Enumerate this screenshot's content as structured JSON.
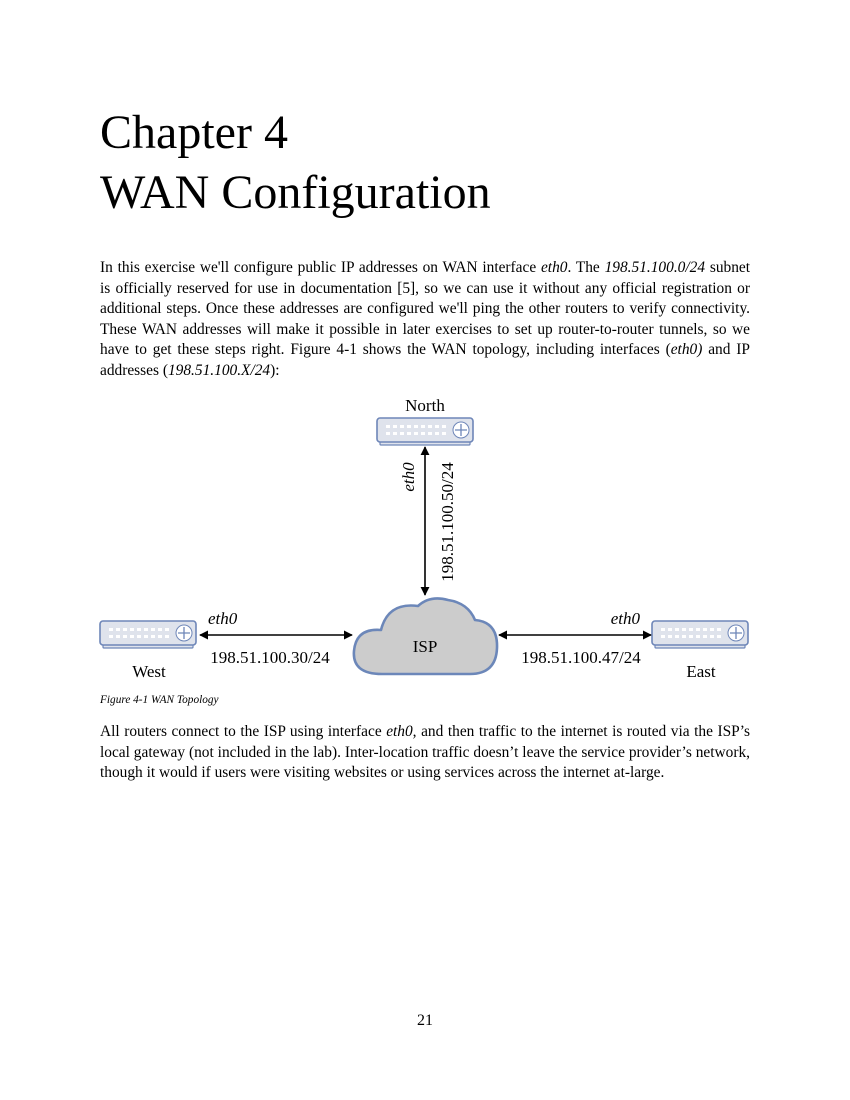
{
  "chapter": {
    "number_line": "Chapter 4",
    "title_line": "WAN Configuration"
  },
  "intro_paragraph": [
    {
      "t": "In this exercise we'll configure public IP addresses on WAN interface "
    },
    {
      "t": "eth0",
      "i": true
    },
    {
      "t": ". The "
    },
    {
      "t": "198.51.100.0/24",
      "i": true
    },
    {
      "t": " subnet is officially reserved for use in documentation [5], so we can use it without any official registration or additional steps. Once these addresses are configured we'll ping the other routers to verify connectivity. These WAN addresses will make it possible in later exercises to set up router-to-router tunnels, so we have to get these steps right. Figure 4-1 shows the WAN topology, including interfaces ("
    },
    {
      "t": "eth0)",
      "i": true
    },
    {
      "t": " and IP addresses ("
    },
    {
      "t": "198.51.100.X/24",
      "i": true
    },
    {
      "t": "):"
    }
  ],
  "diagram": {
    "north": {
      "name": "North",
      "interface": "eth0",
      "ip": "198.51.100.50/24"
    },
    "west": {
      "name": "West",
      "interface": "eth0",
      "ip": "198.51.100.30/24"
    },
    "east": {
      "name": "East",
      "interface": "eth0",
      "ip": "198.51.100.47/24"
    },
    "isp": {
      "name": "ISP"
    },
    "colors": {
      "router_body": "#dfe3ec",
      "router_border": "#6e86b8",
      "cloud_fill": "#cccccc",
      "cloud_border": "#6c87b9"
    }
  },
  "figure_caption": "Figure 4-1 WAN Topology",
  "closing_paragraph": [
    {
      "t": "All routers connect to the ISP using interface "
    },
    {
      "t": "eth0,",
      "i": true
    },
    {
      "t": " and then traffic to the internet is routed via the ISP’s local gateway (not included in the lab). Inter-location traffic doesn’t leave the service provider’s network, though it would if users were visiting websites or using services across the internet at-large."
    }
  ],
  "page_number": "21"
}
